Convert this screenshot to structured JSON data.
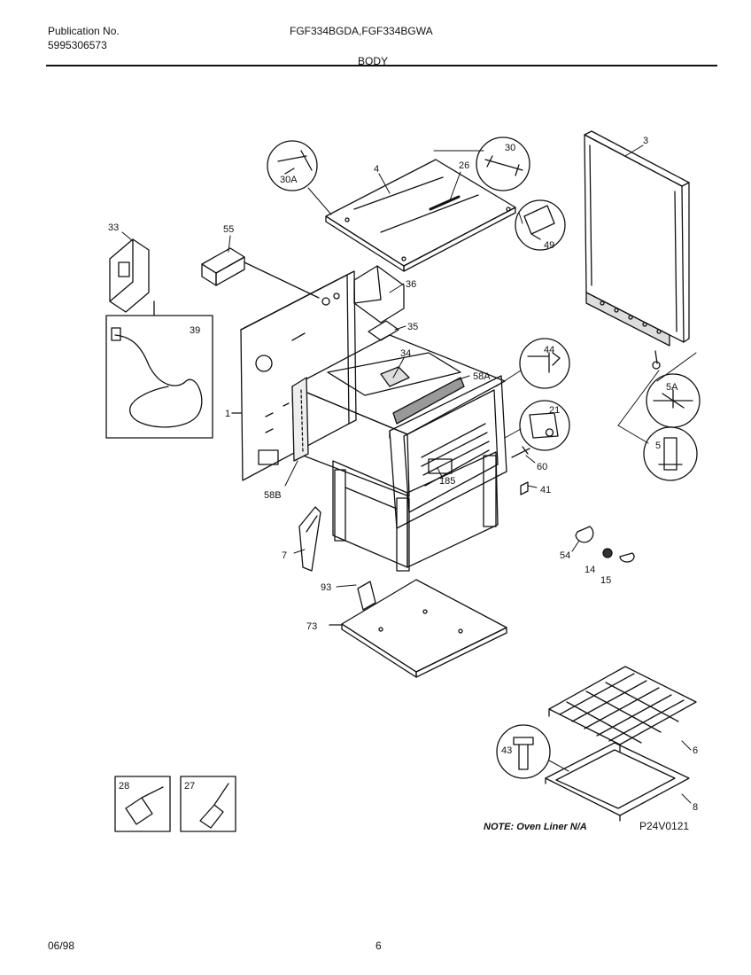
{
  "header": {
    "publication_label": "Publication No.",
    "publication_number": "5995306573",
    "models": "FGF334BGDA,FGF334BGWA",
    "section": "BODY"
  },
  "diagram": {
    "code": "P24V0121",
    "note": "NOTE: Oven Liner N/A",
    "callouts": {
      "c3": "3",
      "c4": "4",
      "c26": "26",
      "c30": "30",
      "c30a": "30A",
      "c49": "49",
      "c33": "33",
      "c55": "55",
      "c36": "36",
      "c35": "35",
      "c39": "39",
      "c34": "34",
      "c58a": "58A",
      "c44": "44",
      "c21": "21",
      "c1": "1",
      "c58b": "58B",
      "c185": "185",
      "c60": "60",
      "c41": "41",
      "c5a": "5A",
      "c5": "5",
      "c7": "7",
      "c54": "54",
      "c14": "14",
      "c15": "15",
      "c93": "93",
      "c73": "73",
      "c43": "43",
      "c6": "6",
      "c8": "8",
      "c28": "28",
      "c27": "27"
    }
  },
  "footer": {
    "date": "06/98",
    "page": "6"
  }
}
